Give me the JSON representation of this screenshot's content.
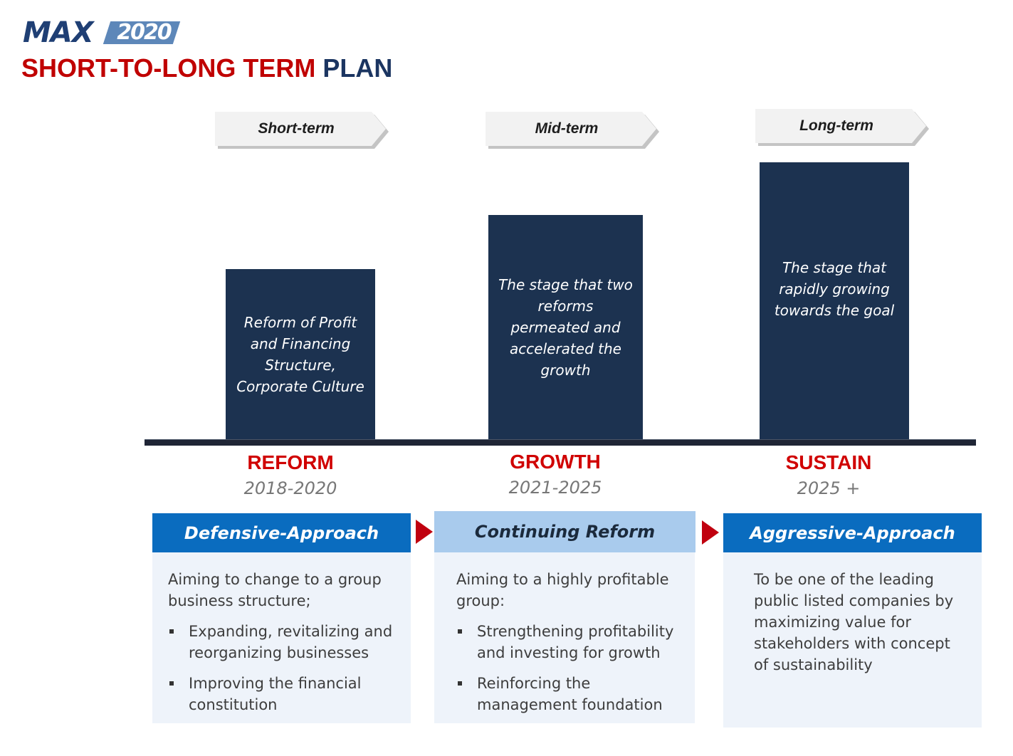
{
  "header": {
    "logo_brand": "MAX",
    "logo_year": "2020",
    "title_primary": "SHORT-TO-LONG TERM",
    "title_secondary": "PLAN"
  },
  "colors": {
    "brand_navy": "#1f3f74",
    "title_red": "#c00000",
    "bar_navy": "#1c3250",
    "stage_red": "#d00000",
    "approach_blue": "#0a6cbf",
    "approach_light_blue": "#a9cbed",
    "panel_bg": "#eef3fa",
    "pointer_red": "#c0000f"
  },
  "phases": [
    {
      "term_label": "Short-term",
      "bar_text": "Reform of Profit and Financing Structure, Corporate Culture",
      "stage_name": "REFORM",
      "stage_years": "2018-2020",
      "approach_label": "Defensive-Approach",
      "approach_style": "dark",
      "description": "Aiming to change to a group business structure;",
      "bullets": [
        "Expanding, revitalizing and reorganizing businesses",
        "Improving the financial constitution"
      ]
    },
    {
      "term_label": "Mid-term",
      "bar_text": "The stage that two reforms permeated and accelerated the growth",
      "stage_name": "GROWTH",
      "stage_years": "2021-2025",
      "approach_label": "Continuing Reform",
      "approach_style": "light",
      "description": "Aiming to a highly profitable group:",
      "bullets": [
        "Strengthening profitability and investing for growth",
        "Reinforcing the management foundation"
      ]
    },
    {
      "term_label": "Long-term",
      "bar_text": "The stage that rapidly growing towards the goal",
      "stage_name": "SUSTAIN",
      "stage_years": "2025 +",
      "approach_label": "Aggressive-Approach",
      "approach_style": "dark",
      "description": "To be one of the leading public listed companies by maximizing value for stakeholders with concept of sustainability",
      "bullets": []
    }
  ],
  "icons": [
    "arrow-tag-icon",
    "triangle-pointer-icon",
    "square-bullet-icon"
  ]
}
